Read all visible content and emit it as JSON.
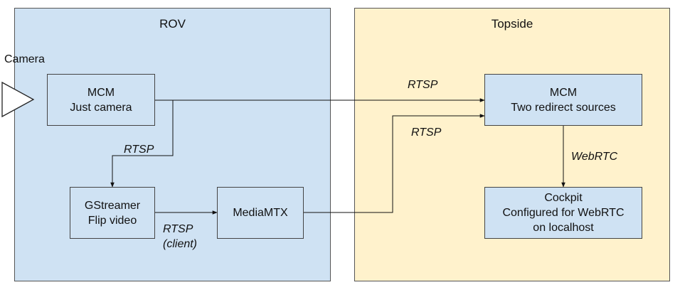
{
  "zones": {
    "rov": {
      "title": "ROV",
      "fill": "#cfe2f3"
    },
    "topside": {
      "title": "Topside",
      "fill": "#fff2cc"
    }
  },
  "camera": {
    "label": "Camera"
  },
  "nodes": {
    "mcm_rov": {
      "line1": "MCM",
      "line2": "Just camera"
    },
    "gstreamer": {
      "line1": "GStreamer",
      "line2": "Flip video"
    },
    "mediamtx": {
      "line1": "MediaMTX"
    },
    "mcm_topside": {
      "line1": "MCM",
      "line2": "Two redirect sources"
    },
    "cockpit": {
      "line1": "Cockpit",
      "line2": "Configured for WebRTC",
      "line3": "on localhost"
    }
  },
  "edges": {
    "mcm_to_gstreamer": "RTSP",
    "gstreamer_to_mediamtx": {
      "line1": "RTSP",
      "line2": "(client)"
    },
    "mcm_rov_to_mcm_topside": "RTSP",
    "mediamtx_to_mcm_topside": "RTSP",
    "mcm_topside_to_cockpit": "WebRTC"
  },
  "colors": {
    "node_fill": "#cfe2f3",
    "line": "#111111"
  }
}
